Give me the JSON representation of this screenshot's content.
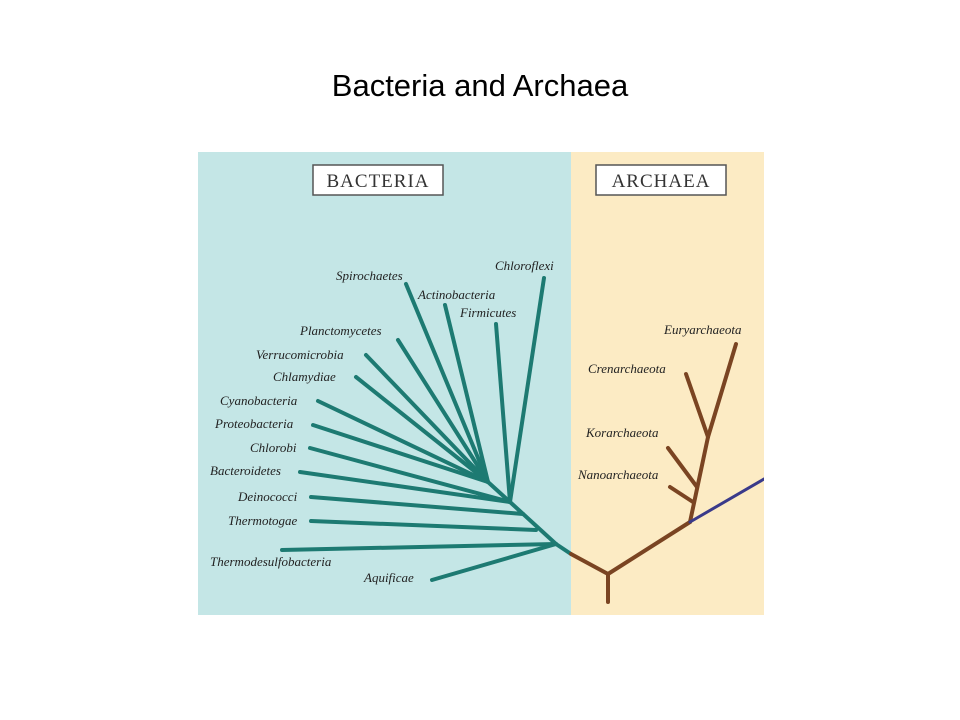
{
  "slide": {
    "title": "Bacteria and Archaea"
  },
  "colors": {
    "bacteria_bg": "#c4e6e6",
    "archaea_bg": "#fcebc4",
    "bacteria_branch": "#1d7a72",
    "archaea_branch": "#7a4422",
    "outgroup_branch": "#3a3a8a",
    "label_box_bg": "#ffffff",
    "label_box_border": "#555555"
  },
  "domains": {
    "bacteria": {
      "label": "BACTERIA"
    },
    "archaea": {
      "label": "ARCHAEA"
    }
  },
  "bacteria_taxa": [
    "Spirochaetes",
    "Chloroflexi",
    "Actinobacteria",
    "Firmicutes",
    "Planctomycetes",
    "Verrucomicrobia",
    "Chlamydiae",
    "Cyanobacteria",
    "Proteobacteria",
    "Chlorobi",
    "Bacteroidetes",
    "Deinococci",
    "Thermotogae",
    "Thermodesulfobacteria",
    "Aquificae"
  ],
  "archaea_taxa": [
    "Euryarchaeota",
    "Crenarchaeota",
    "Korarchaeota",
    "Nanoarchaeota"
  ]
}
